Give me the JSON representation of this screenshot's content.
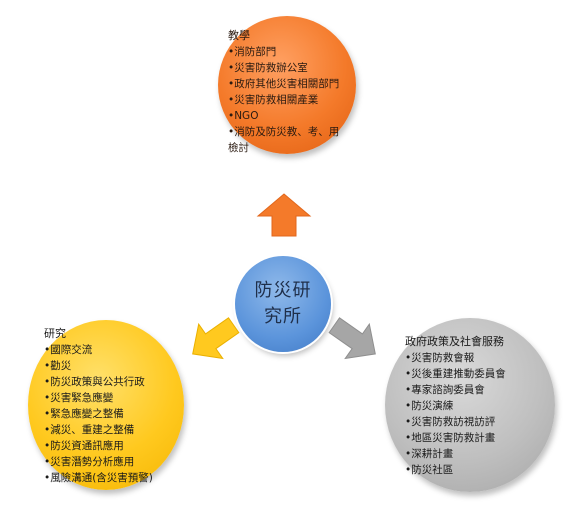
{
  "center": {
    "line1": "防災研",
    "line2": "究所"
  },
  "top": {
    "heading": "教學",
    "items": [
      "消防部門",
      "災害防救辦公室",
      "政府其他災害相關部門",
      "災害防救相關產業",
      "NGO",
      "消防及防災教、考、用檢討"
    ]
  },
  "left": {
    "heading": "研究",
    "items": [
      "國際交流",
      "勸災",
      "防災政策與公共行政",
      "災害緊急應變",
      "緊急應變之整備",
      "減災、重建之整備",
      "防災資通訊應用",
      "災害潛勢分析應用",
      "風險溝通(含災害預警)"
    ]
  },
  "right": {
    "heading": "政府政策及社會服務",
    "items": [
      "災害防救會報",
      "災後重建推動委員會",
      "專家諮詢委員會",
      "防災演練",
      "災害防救訪視訪評",
      "地區災害防救計畫",
      "深耕計畫",
      "防災社區"
    ]
  },
  "colors": {
    "top_circle": "#f47a2a",
    "left_circle": "#ffc91f",
    "right_circle": "#bfbfbf",
    "center_circle": "#5b94db",
    "arrow_up": "#f47a2a",
    "arrow_left": "#ffc91f",
    "arrow_right": "#a6a6a6"
  }
}
